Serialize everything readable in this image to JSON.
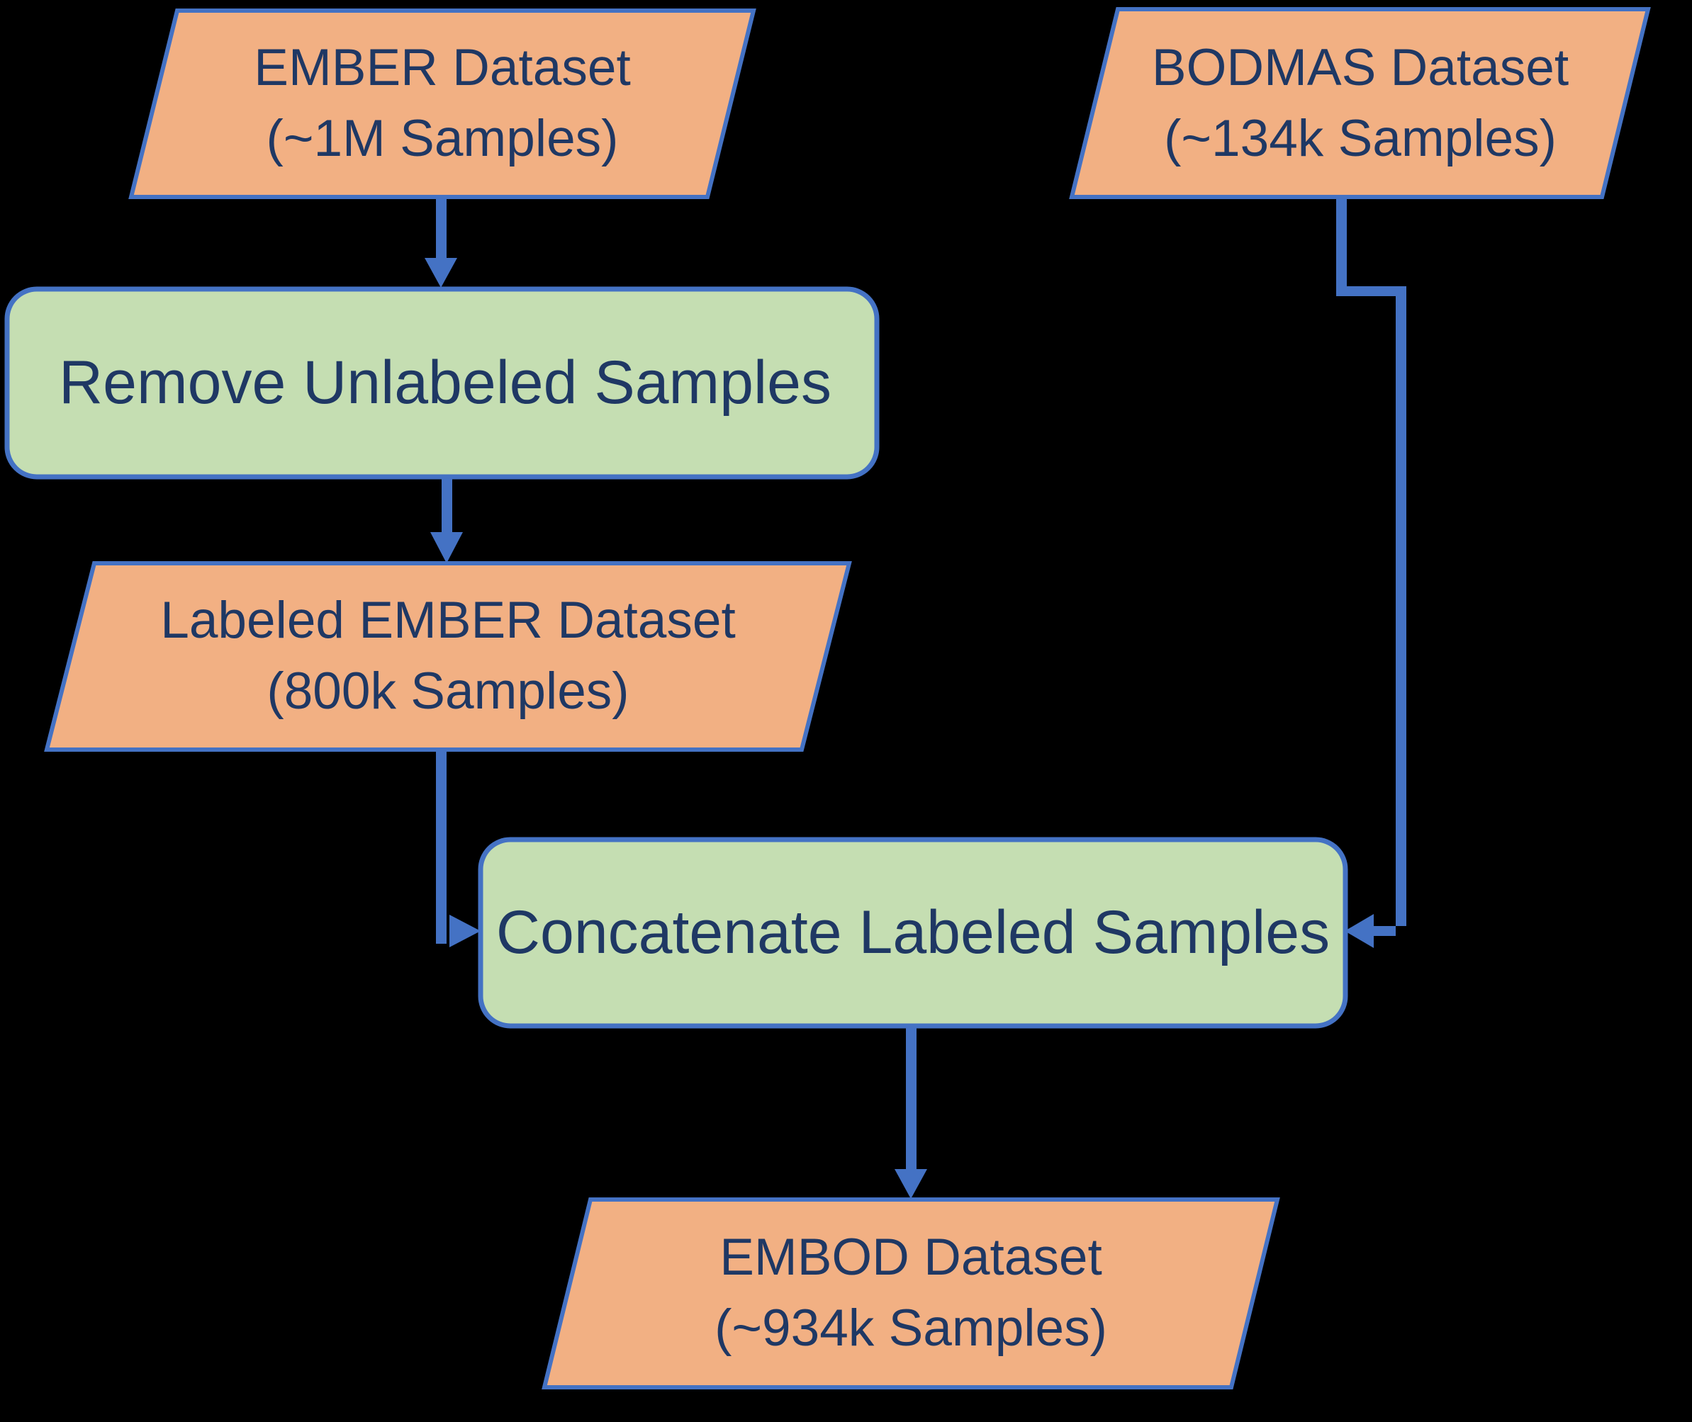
{
  "colors": {
    "dataset_fill": "#F2B083",
    "process_fill": "#C5DEB2",
    "shape_stroke": "#4472C4",
    "connector_color": "#4472C4",
    "label_color": "#1F3864",
    "background": "#000000"
  },
  "nodes": {
    "ember_dataset": {
      "type": "data",
      "line1": "EMBER Dataset",
      "line2": "(~1M Samples)"
    },
    "bodmas_dataset": {
      "type": "data",
      "line1": "BODMAS Dataset",
      "line2": "(~134k Samples)"
    },
    "remove_unlabeled": {
      "type": "process",
      "label": "Remove Unlabeled Samples"
    },
    "labeled_ember_dataset": {
      "type": "data",
      "line1": "Labeled EMBER Dataset",
      "line2": "(800k Samples)"
    },
    "concatenate_labeled": {
      "type": "process",
      "label": "Concatenate Labeled Samples"
    },
    "embod_dataset": {
      "type": "data",
      "line1": "EMBOD Dataset",
      "line2": "(~934k Samples)"
    }
  },
  "edges": [
    {
      "from": "ember_dataset",
      "to": "remove_unlabeled"
    },
    {
      "from": "remove_unlabeled",
      "to": "labeled_ember_dataset"
    },
    {
      "from": "labeled_ember_dataset",
      "to": "concatenate_labeled"
    },
    {
      "from": "bodmas_dataset",
      "to": "concatenate_labeled"
    },
    {
      "from": "concatenate_labeled",
      "to": "embod_dataset"
    }
  ]
}
